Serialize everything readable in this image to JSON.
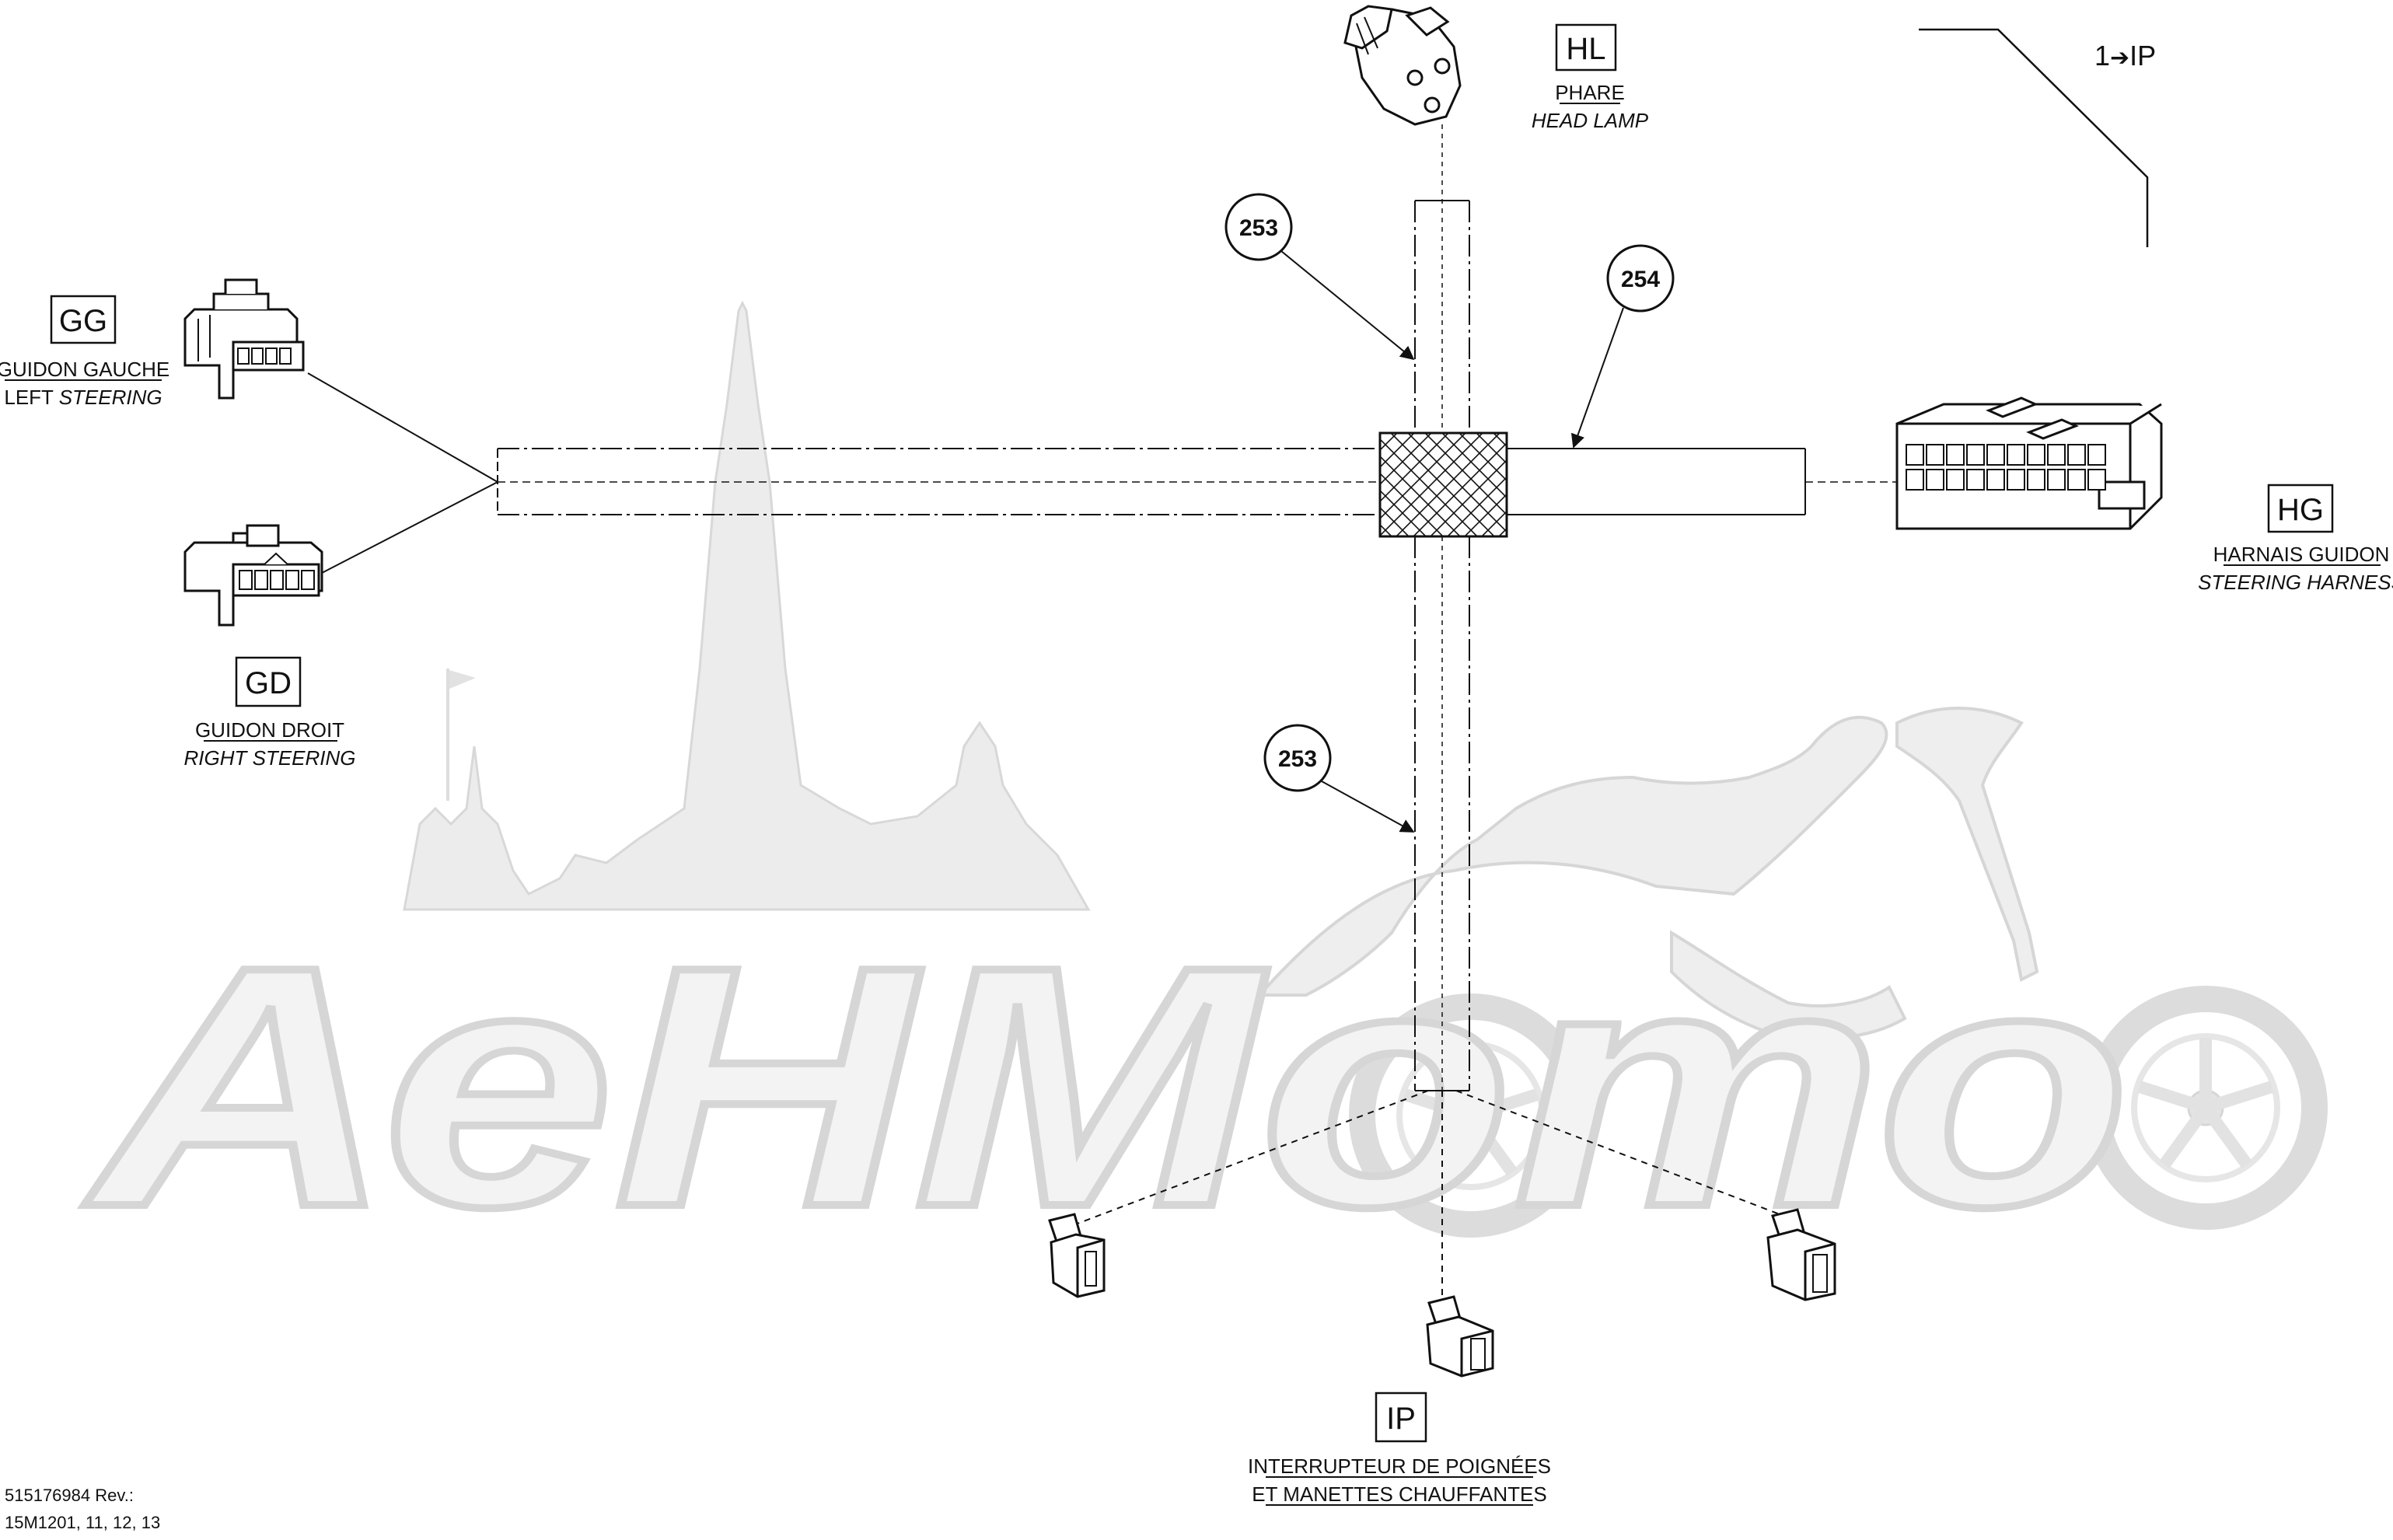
{
  "watermark": {
    "text": "АеНМото"
  },
  "connectors": {
    "headlamp": {
      "code": "HL",
      "line1": "PHARE",
      "line2": "HEAD LAMP"
    },
    "left_steering": {
      "code": "GG",
      "line1": "GUIDON GAUCHE",
      "line2_plain": "LEFT ",
      "line2_italic": "STEERING"
    },
    "right_steering": {
      "code": "GD",
      "line1": "GUIDON DROIT",
      "line2": "RIGHT STEERING"
    },
    "steering_harness": {
      "code": "HG",
      "line1": "HARNAIS GUIDON",
      "line2": "STEERING HARNESS"
    },
    "heated_grips": {
      "code": "IP",
      "line1": "INTERRUPTEUR DE POIGNÉES",
      "line2": "ET MANETTES CHAUFFANTES"
    }
  },
  "callouts": {
    "upper": "253",
    "right": "254",
    "lower": "253"
  },
  "reference": {
    "qty": "1",
    "arrow": "➔",
    "target": "IP"
  },
  "footer": {
    "line1": "515176984 Rev.:",
    "line2": "15M1201, 11, 12, 13"
  },
  "colors": {
    "line": "#111111",
    "watermark": "#d6d6d6"
  }
}
